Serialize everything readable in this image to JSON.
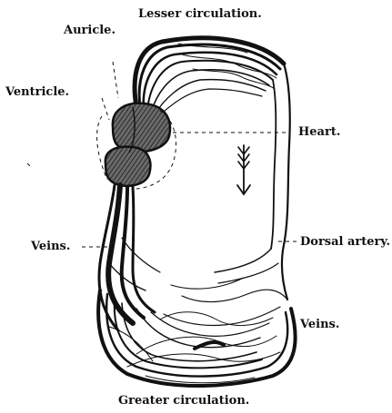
{
  "labels": {
    "lesser_circulation": "Lesser circulation.",
    "auricle": "Auricle.",
    "ventricle": "Ventricle.",
    "heart": "Heart.",
    "veins_left": "Veins.",
    "dorsal_artery": "Dorsal artery.",
    "veins_right": "Veins.",
    "greater_circulation": "Greater circulation."
  },
  "colors": {
    "ink": "#111111",
    "paper": "#ffffff"
  }
}
